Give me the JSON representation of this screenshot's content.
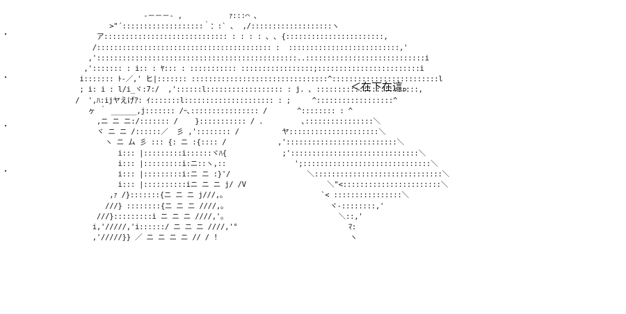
{
  "art": {
    "lines": [
      "                  -－－－- ,           ｧ:::⌒ ､",
      "          >\"´:::::::::::::::::::｀：:` ､  ,/:::::::::::::::::::ヽ",
      "       ア::::::::::::::::::::::::::::: : : : : ､ ､ {:::::::::::::::::::::::,",
      "      /::::::::::::::::::::::::::::::::::::::::: :  ::::::::::::::::::::::::::,'",
      "     ,':::::::::::::::::::::::::::::::::::::::::::::::..::::::::::::::::::::::::::::i",
      "    ,'::::::: : i:: : ﾔ::: : ::::::::::: :::::::::::::::::;::::::::::::::::::::::::i",
      "   i::::::: ﾄ-／,' ヒ|::::::: ::::::::::::::::::::::::::::::::^:::::::::::::::::::::::::l",
      "   ; i: i : l/i_ヾ:7:/  ,'::::::l:::::::::::::::::: : j. ､ ::::::::::::::::::::::::,",
      "  /  ',ﾊ:ijヤえげｱ: ｲ:::::::l::::::::::::::::::::: : ;     ^::::::::::::::::::^",
      "     ヶ ｀ ______,j::::::: /ｰ､:::::::::::::::: /       ^:::::::: : ^",
      "       ,ニ ニ ニ:/::::::: /    }::::::::::: / .         ､::::::::::::::::＼",
      "       ヾ ニ ニ /::::::／  彡 ,':::::::: /          ヤ:::::::::::::::::::::＼",
      "         ヽ ニ ム 彡 ::: {: ニ :{:::: /            ,'::::::::::::::::::::::::::＼",
      "            i::: |:::::::::i::::::ヾﾊ{             ;'::::::::::::::::::::::::::::::＼",
      "            i::: |:::::::::i:ニ::ヽ,::                ';::::::::::::::::::::::::::::::＼",
      "            i::: |:::::::::i:ニ ニ :}'/                  ＼::::::::::::::::::::::::::::::＼",
      "            i::: |::::::::::iニ ニ ニ j/ /V                   ＼\"<:::::::::::::::::::::::＼",
      "          ,ｧ /}:::::::{ニ ニ ニ j///,。                      `< ::::::::::::::::＼",
      "         ///} ::::::::{ニ ニ ニ ////,。                        ヾ-::::::::,'",
      "       ///}:::::::::i ニ ニ ニ ////,'。                          ＼::,'",
      "      i,'/////,'i::::::/ ニ ニ ニ ////,'°                          ﾏ:",
      "      ,'/////}} ／ ニ ニ ニ ニ // / !                               ヽ"
    ]
  },
  "caption": {
    "text": "＜在下在這。"
  }
}
